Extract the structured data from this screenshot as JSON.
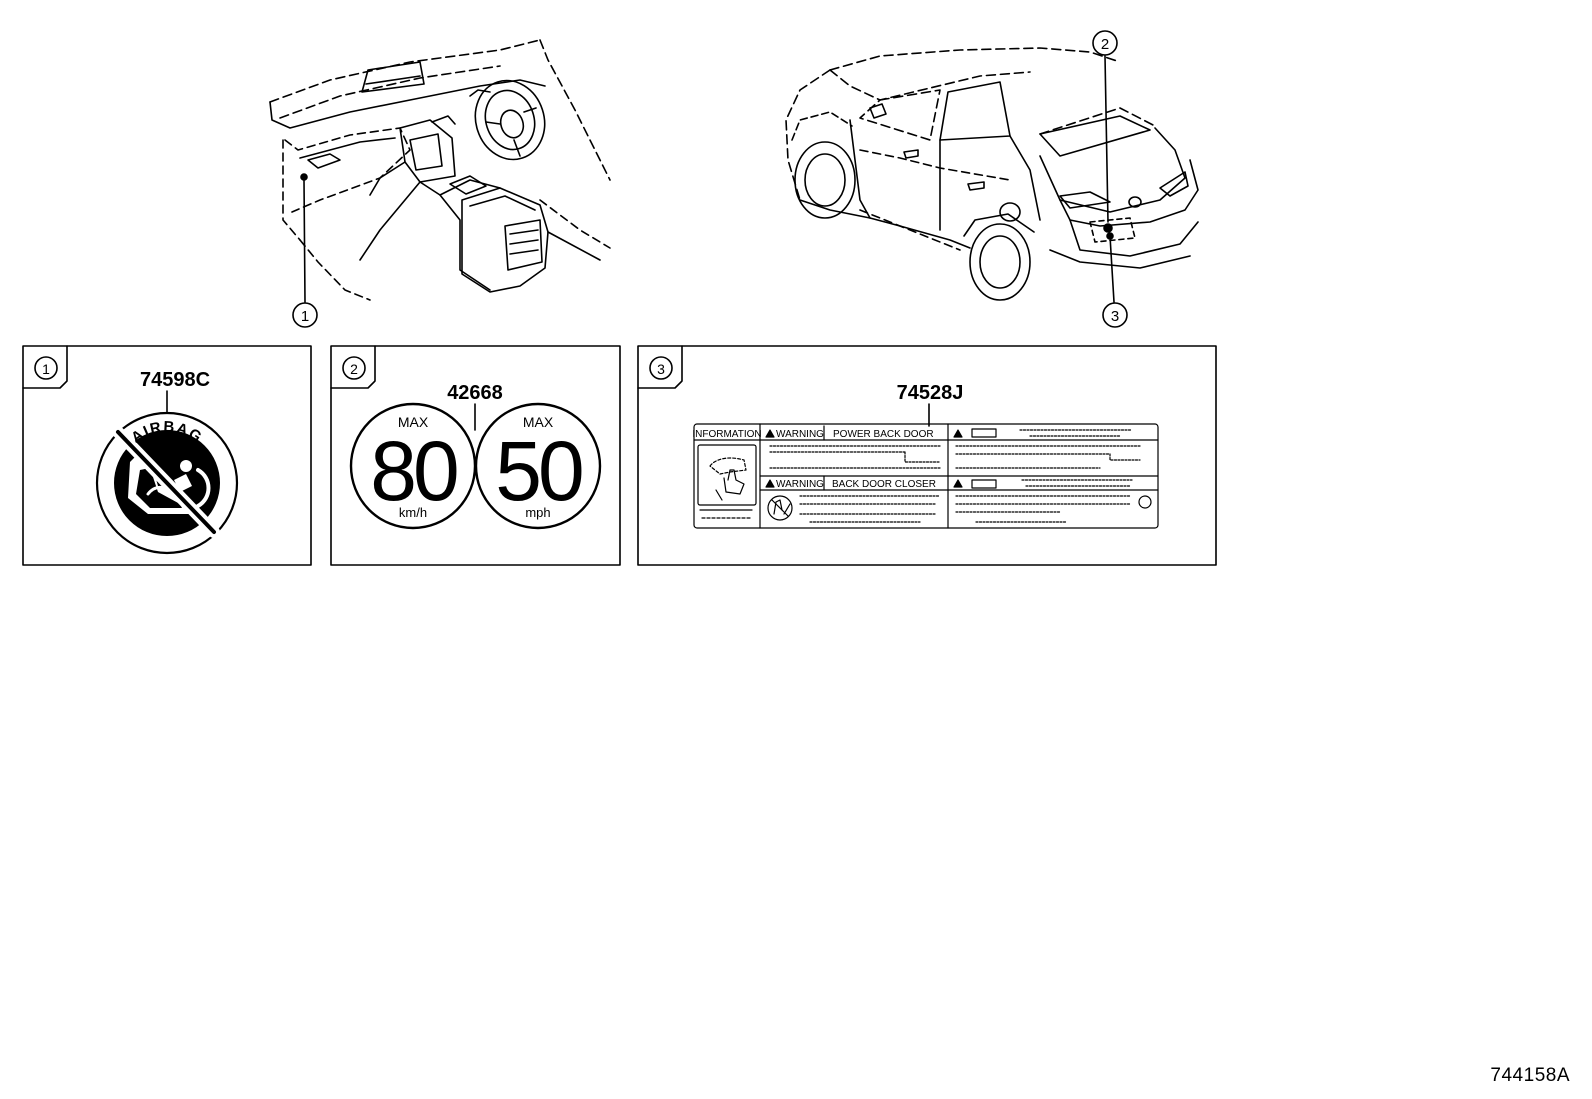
{
  "callouts": [
    {
      "number": "1",
      "panel_number": "1",
      "part_number": "74598C"
    },
    {
      "number": "2",
      "panel_number": "2",
      "part_number": "42668"
    },
    {
      "number": "3",
      "panel_number": "3",
      "part_number": "74528J"
    }
  ],
  "airbag_label": {
    "text": "AIRBAG",
    "icon": "airbag-child-seat-prohibited-icon"
  },
  "speed_label": {
    "left": {
      "max": "MAX",
      "value": "80",
      "unit": "km/h"
    },
    "right": {
      "max": "MAX",
      "value": "50",
      "unit": "mph"
    }
  },
  "back_door_label": {
    "info": "INFORMATION",
    "warning_top": "WARNING",
    "warning_top_title": "POWER BACK DOOR",
    "warning_bottom": "WARNING",
    "warning_bottom_title": "BACK DOOR CLOSER"
  },
  "diagram_id": "744158A"
}
